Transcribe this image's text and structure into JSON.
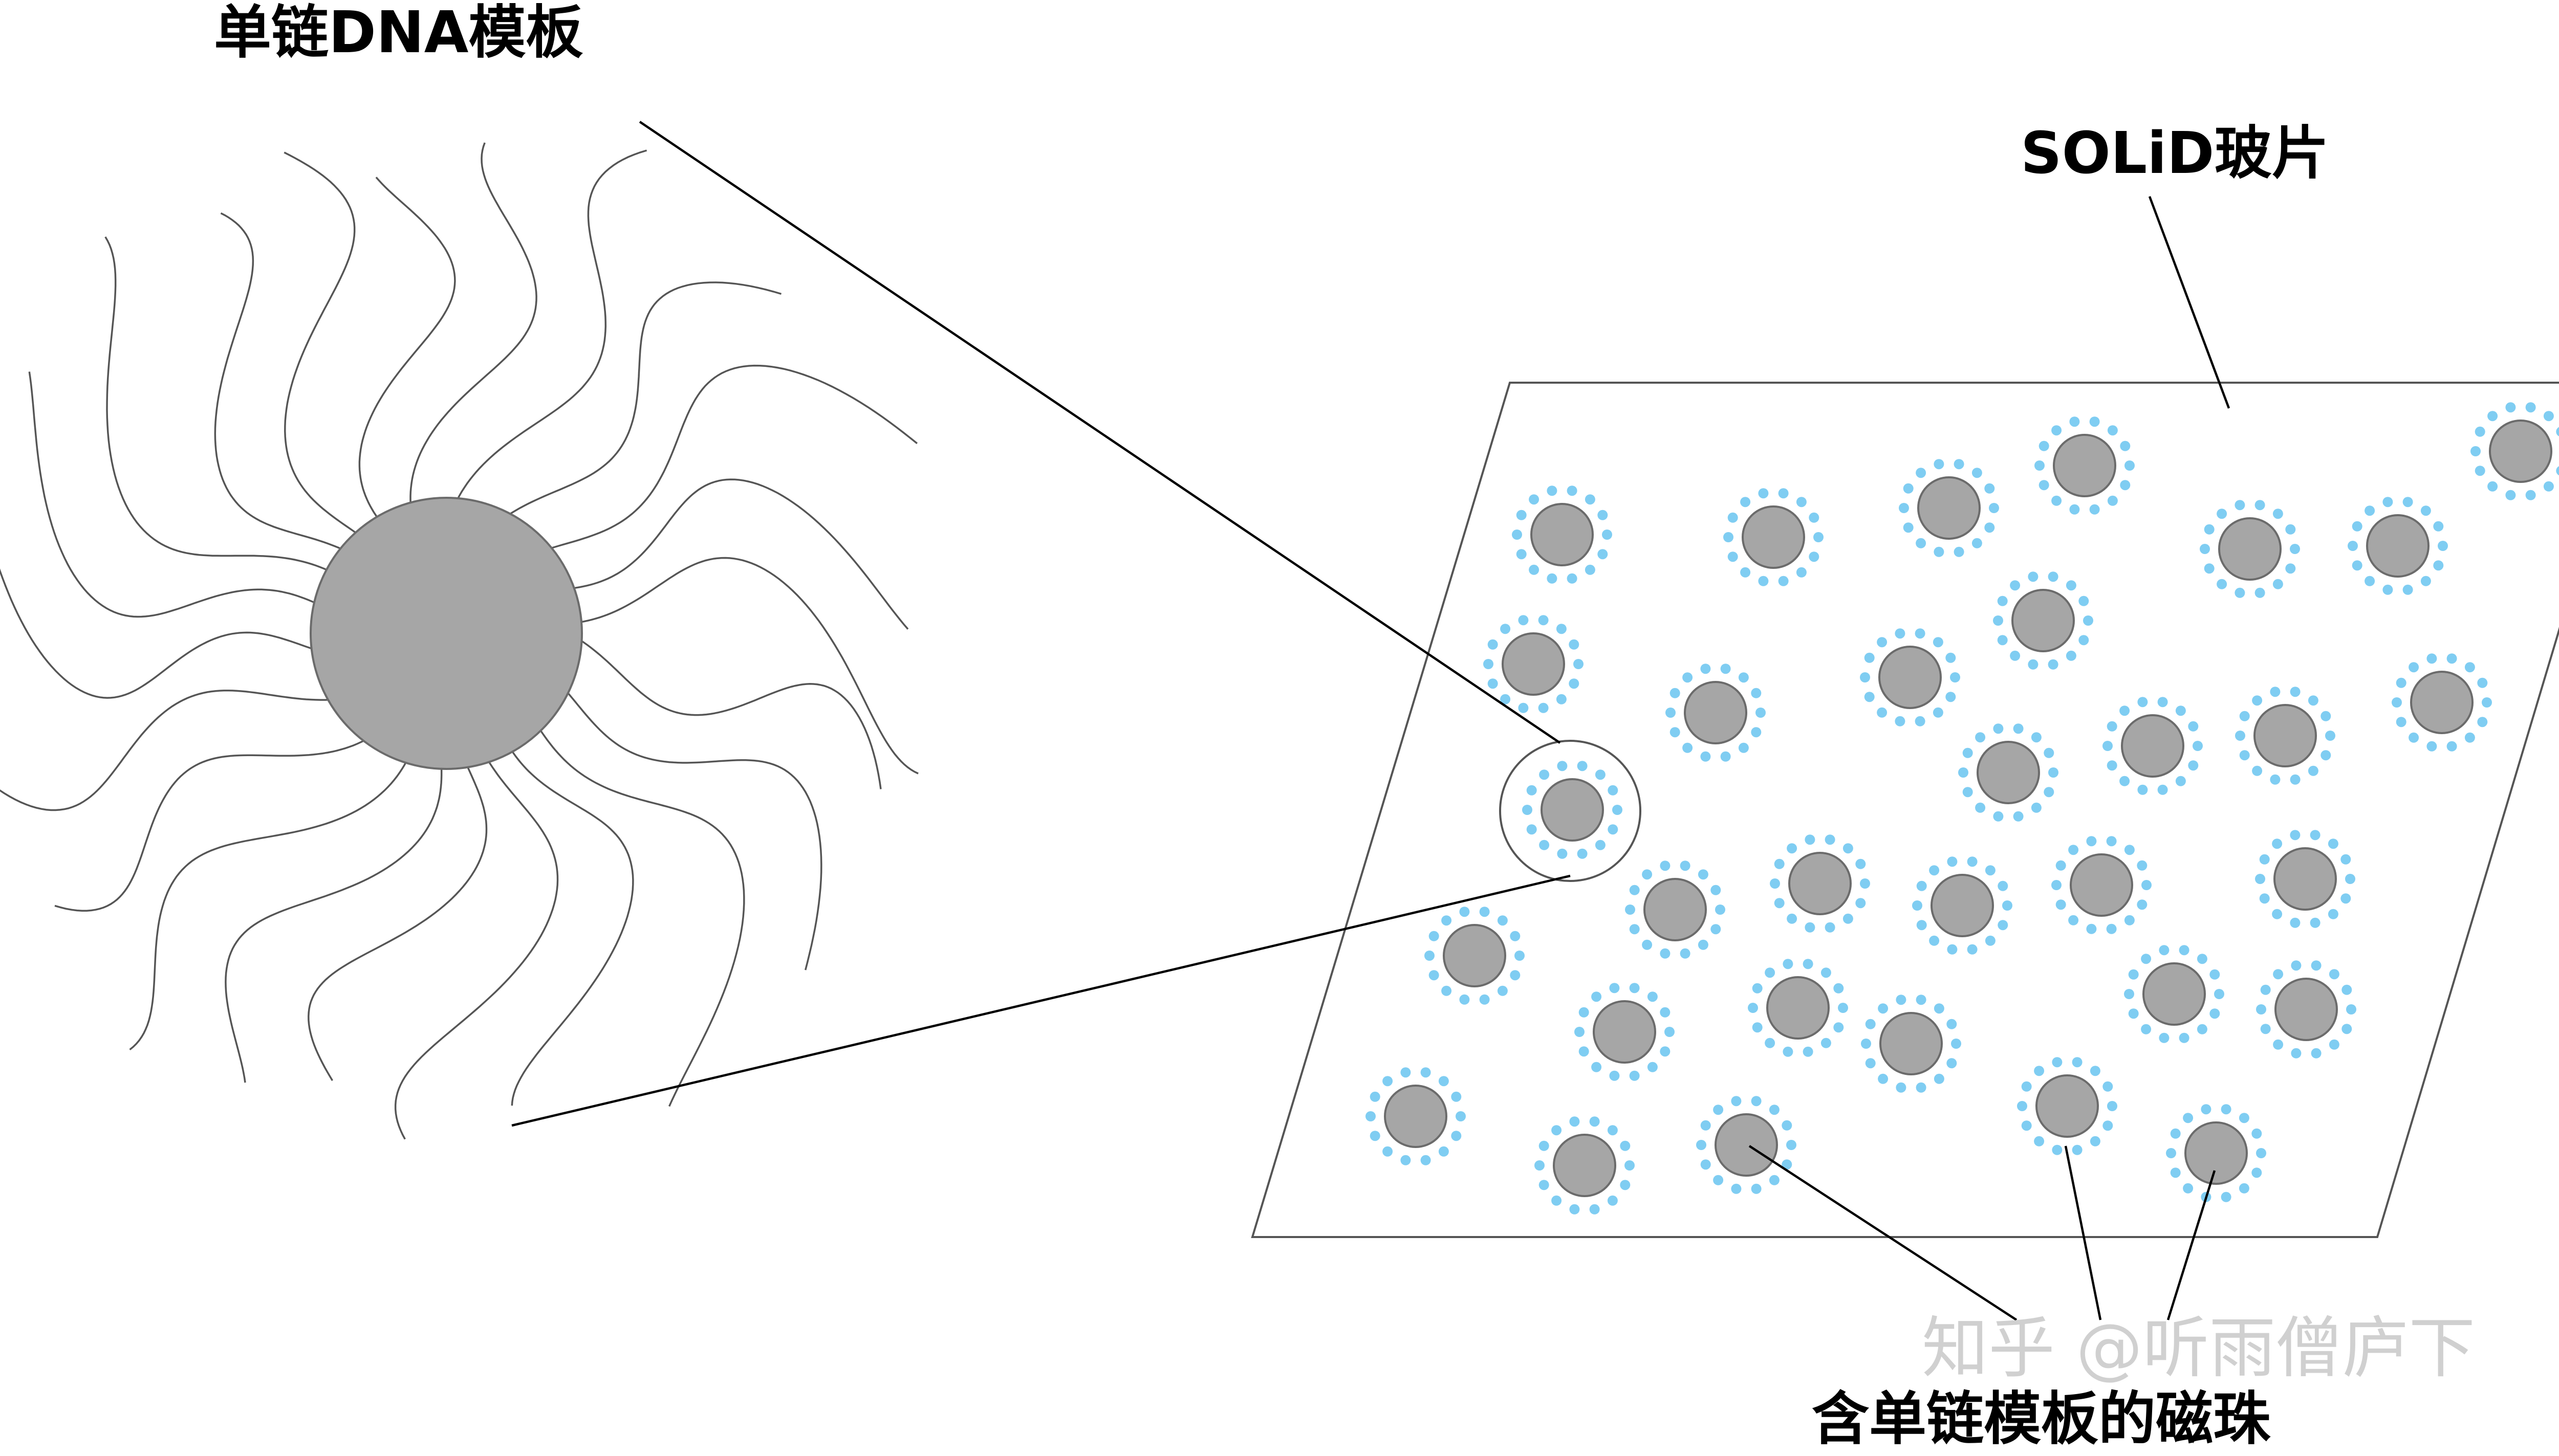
{
  "labels": {
    "ssdna_template": "单链DNA模板",
    "solid_slide": "SOLiD玻片",
    "beads_with_template": "含单链模板的磁珠"
  },
  "watermark": {
    "text": "知乎 @听雨僧庐下"
  },
  "colors": {
    "bead_gray": "#a6a6a6",
    "bead_outline": "#6b6b6b",
    "dna_dot_blue": "#7fcdf2",
    "strand_gray": "#555555",
    "line_black": "#000000",
    "slide_border": "#555555",
    "watermark_gray": "#c8c8c8"
  }
}
